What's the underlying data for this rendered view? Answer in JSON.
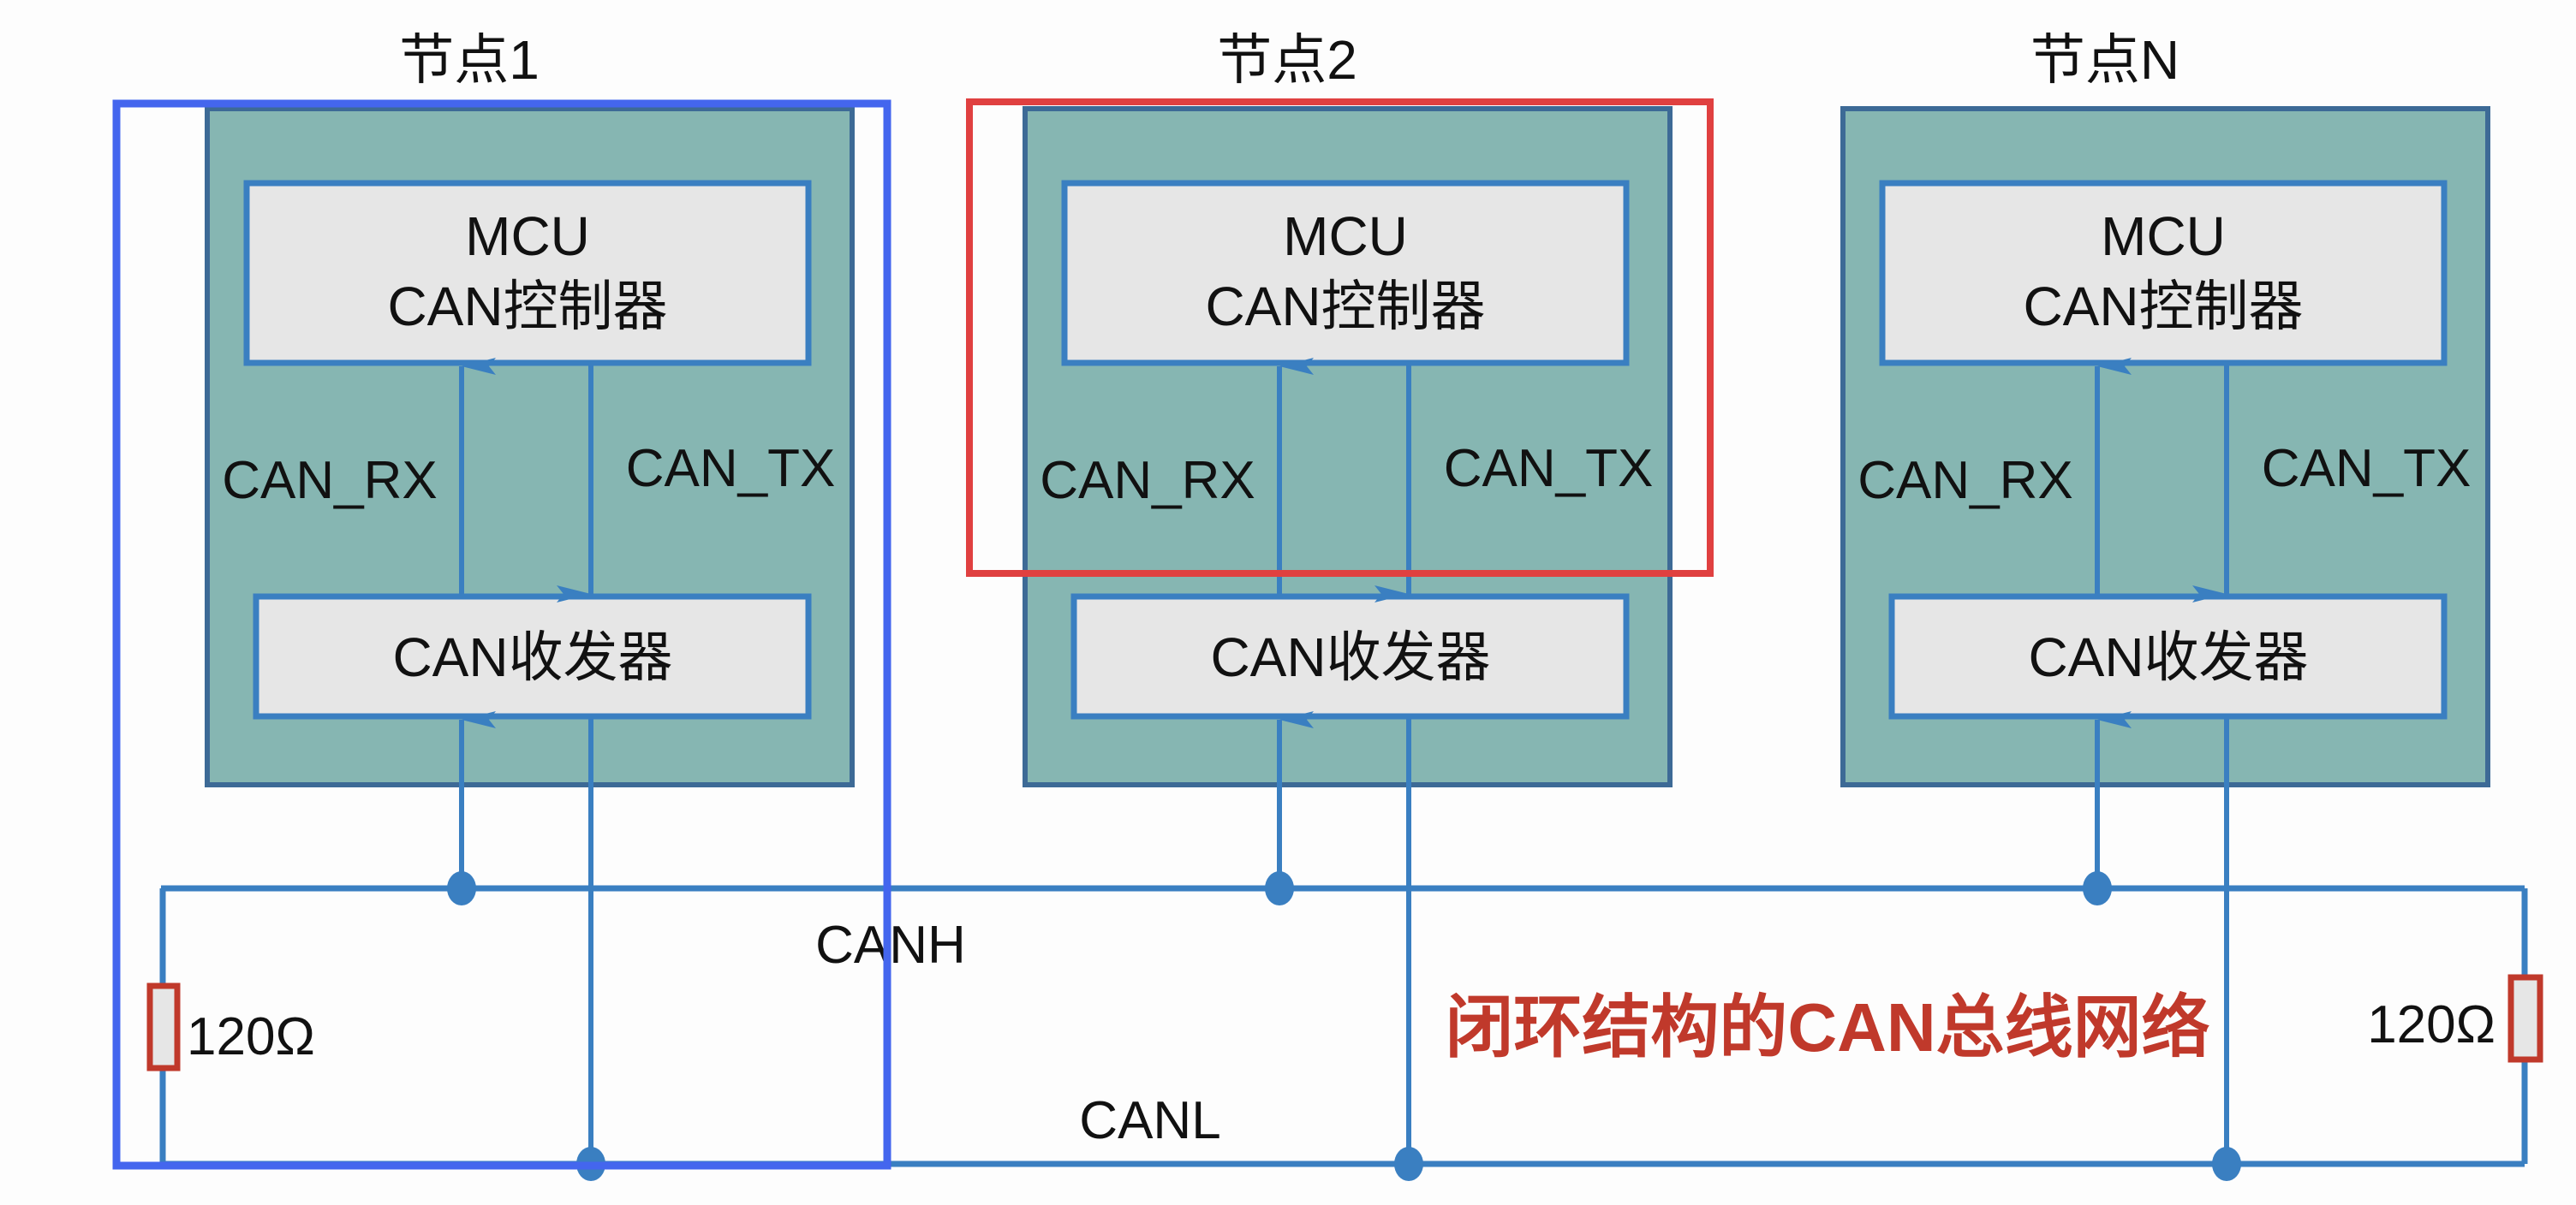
{
  "diagram": {
    "title": "闭环结构的CAN总线网络",
    "title_color": "#c0392b",
    "nodes": [
      {
        "label": "节点1",
        "controller_line1": "MCU",
        "controller_line2": "CAN控制器",
        "transceiver": "CAN收发器",
        "rx_label": "CAN_RX",
        "tx_label": "CAN_TX",
        "highlight": "blue"
      },
      {
        "label": "节点2",
        "controller_line1": "MCU",
        "controller_line2": "CAN控制器",
        "transceiver": "CAN收发器",
        "rx_label": "CAN_RX",
        "tx_label": "CAN_TX",
        "highlight": "red"
      },
      {
        "label": "节点N",
        "controller_line1": "MCU",
        "controller_line2": "CAN控制器",
        "transceiver": "CAN收发器",
        "rx_label": "CAN_RX",
        "tx_label": "CAN_TX",
        "highlight": "none"
      }
    ],
    "bus": {
      "canh_label": "CANH",
      "canl_label": "CANL",
      "left_resistor": "120Ω",
      "right_resistor": "120Ω"
    },
    "colors": {
      "node_fill": "#86b6b2",
      "node_border": "#3d6a96",
      "box_fill": "#e6e6e6",
      "line": "#3a7fc1",
      "blue_highlight": "#4466ee",
      "red_highlight": "#e04040",
      "resistor": "#c0392b"
    }
  }
}
